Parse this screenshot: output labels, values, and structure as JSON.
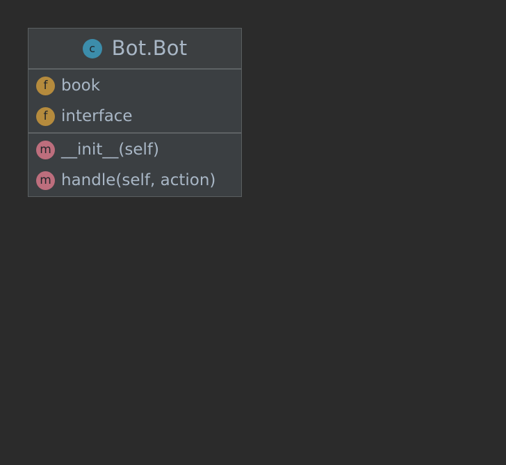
{
  "diagram": {
    "class": {
      "name": "Bot.Bot",
      "badge": "c",
      "fields": [
        {
          "badge": "f",
          "name": "book"
        },
        {
          "badge": "f",
          "name": "interface"
        }
      ],
      "methods": [
        {
          "badge": "m",
          "name": "__init__(self)"
        },
        {
          "badge": "m",
          "name": "handle(self, action)"
        }
      ]
    },
    "colors": {
      "background": "#2b2b2b",
      "box": "#3b3f42",
      "text": "#a9b7c6",
      "class_badge": "#3c8dab",
      "field_badge": "#b58b3d",
      "method_badge": "#bd6e7d"
    }
  }
}
